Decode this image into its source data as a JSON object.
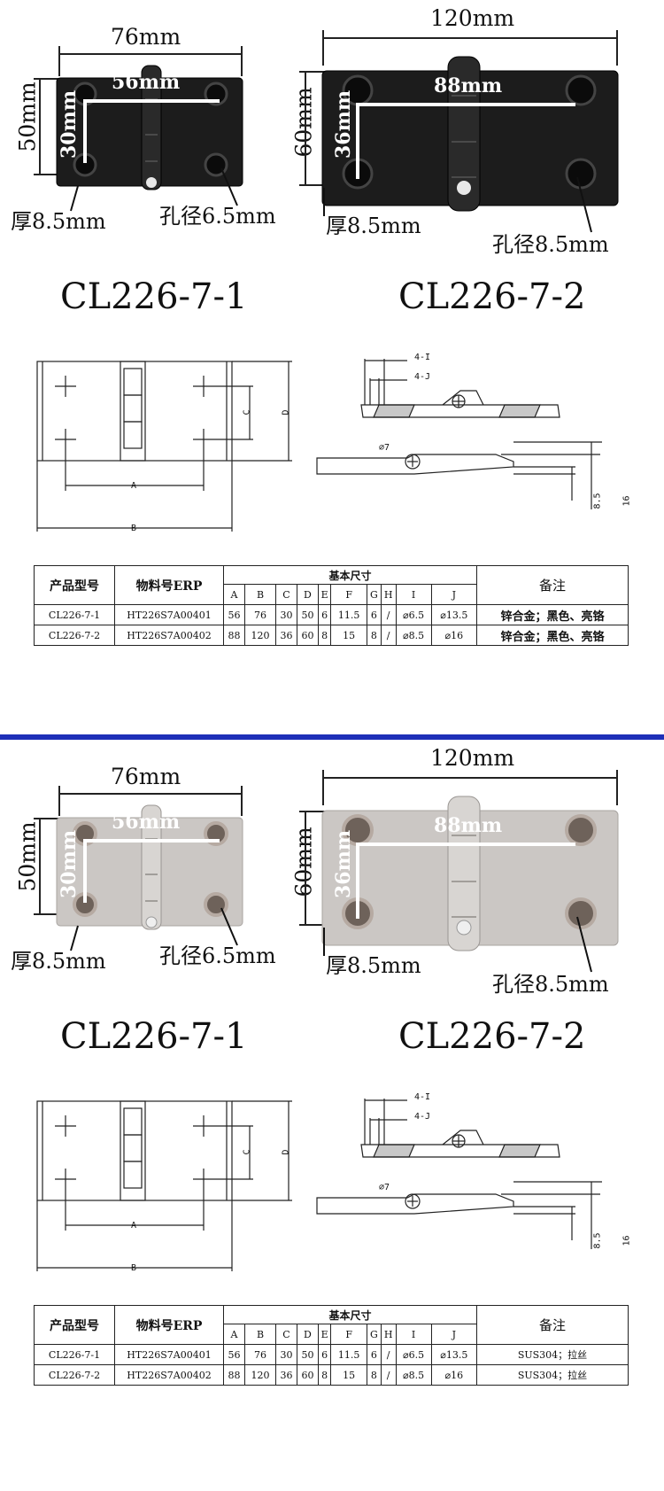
{
  "sections": [
    {
      "finish": "black",
      "photo": {
        "left": {
          "width": "76mm",
          "height": "50mm",
          "hole_spacing_h": "56mm",
          "hole_spacing_v": "30mm",
          "thickness": "厚8.5mm",
          "hole_dia": "孔径6.5mm",
          "model": "CL226-7-1"
        },
        "right": {
          "width": "120mm",
          "height": "60mm",
          "hole_spacing_h": "88mm",
          "hole_spacing_v": "36mm",
          "thickness": "厚8.5mm",
          "hole_dia": "孔径8.5mm",
          "model": "CL226-7-2"
        }
      },
      "drawing": {
        "A": "A",
        "B": "B",
        "C": "C",
        "D": "D",
        "I": "4-I",
        "J": "4-J",
        "phi7": "⌀7",
        "t85": "8.5",
        "t16": "16"
      },
      "table": {
        "col_model": "产品型号",
        "col_erp": "物料号ERP",
        "col_dims": "基本尺寸",
        "col_note": "备注",
        "dim_letters": [
          "A",
          "B",
          "C",
          "D",
          "E",
          "F",
          "G",
          "H",
          "I",
          "J"
        ],
        "rows": [
          {
            "model": "CL226-7-1",
            "erp": "HT226S7A00401",
            "dims": [
              "56",
              "76",
              "30",
              "50",
              "6",
              "11.5",
              "6",
              "/",
              "⌀6.5",
              "⌀13.5"
            ],
            "note": "锌合金；黑色、亮铬"
          },
          {
            "model": "CL226-7-2",
            "erp": "HT226S7A00402",
            "dims": [
              "88",
              "120",
              "36",
              "60",
              "8",
              "15",
              "8",
              "/",
              "⌀8.5",
              "⌀16"
            ],
            "note": "锌合金；黑色、亮铬"
          }
        ]
      }
    },
    {
      "finish": "steel",
      "photo": {
        "left": {
          "width": "76mm",
          "height": "50mm",
          "hole_spacing_h": "56mm",
          "hole_spacing_v": "30mm",
          "thickness": "厚8.5mm",
          "hole_dia": "孔径6.5mm",
          "model": "CL226-7-1"
        },
        "right": {
          "width": "120mm",
          "height": "60mm",
          "hole_spacing_h": "88mm",
          "hole_spacing_v": "36mm",
          "thickness": "厚8.5mm",
          "hole_dia": "孔径8.5mm",
          "model": "CL226-7-2"
        }
      },
      "drawing": {
        "A": "A",
        "B": "B",
        "C": "C",
        "D": "D",
        "I": "4-I",
        "J": "4-J",
        "phi7": "⌀7",
        "t85": "8.5",
        "t16": "16"
      },
      "table": {
        "col_model": "产品型号",
        "col_erp": "物料号ERP",
        "col_dims": "基本尺寸",
        "col_note": "备注",
        "dim_letters": [
          "A",
          "B",
          "C",
          "D",
          "E",
          "F",
          "G",
          "H",
          "I",
          "J"
        ],
        "rows": [
          {
            "model": "CL226-7-1",
            "erp": "HT226S7A00401",
            "dims": [
              "56",
              "76",
              "30",
              "50",
              "6",
              "11.5",
              "6",
              "/",
              "⌀6.5",
              "⌀13.5"
            ],
            "note": "SUS304；拉丝"
          },
          {
            "model": "CL226-7-2",
            "erp": "HT226S7A00402",
            "dims": [
              "88",
              "120",
              "36",
              "60",
              "8",
              "15",
              "8",
              "/",
              "⌀8.5",
              "⌀16"
            ],
            "note": "SUS304；拉丝"
          }
        ]
      }
    }
  ],
  "colors": {
    "divider": "#1e2fb8",
    "black_finish": "#1a1a1a",
    "steel_finish": "#c9c5c2"
  }
}
